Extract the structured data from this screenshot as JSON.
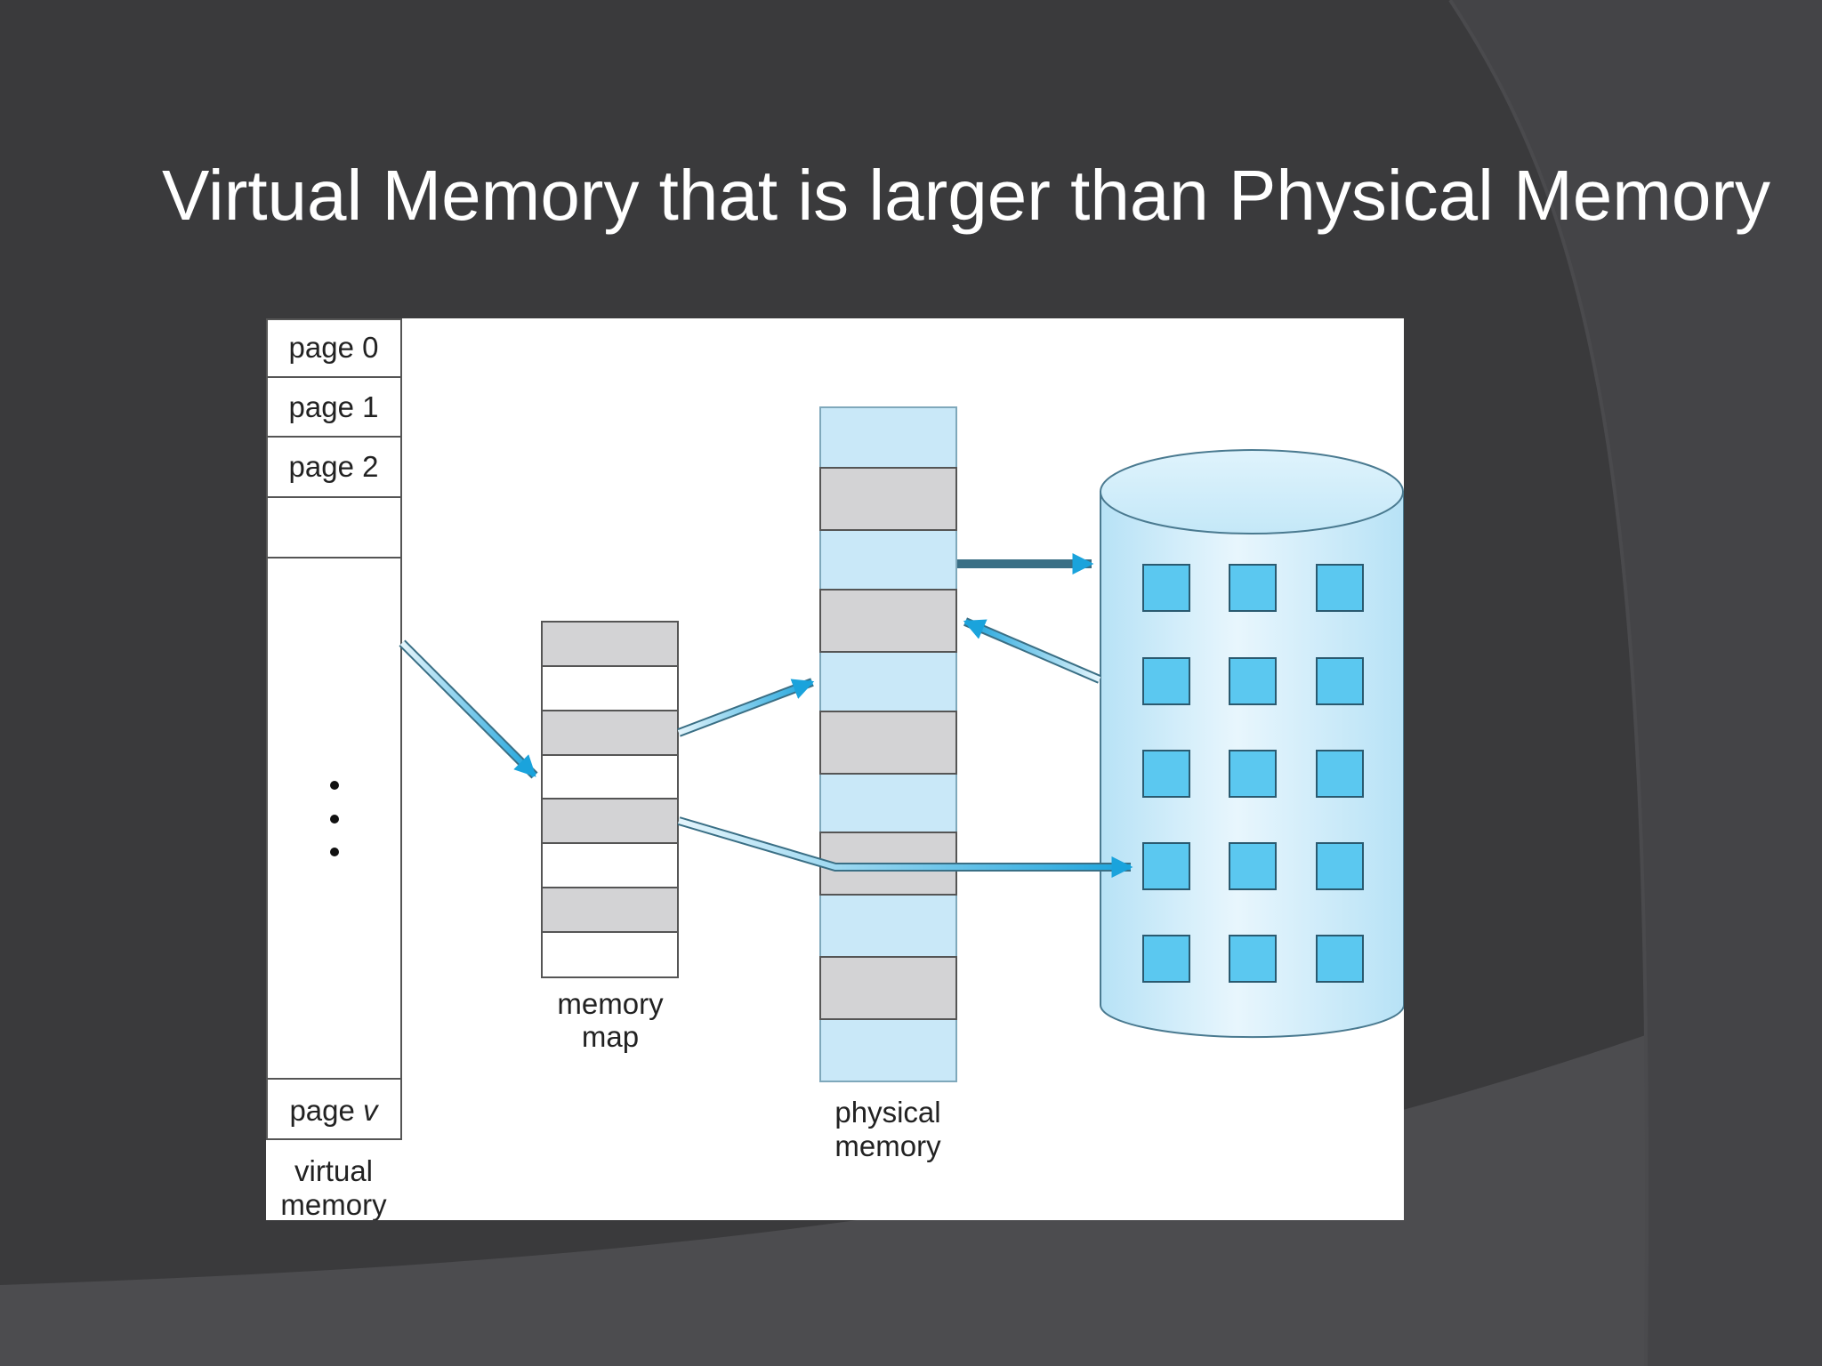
{
  "slide": {
    "title": "Virtual Memory that is larger than Physical Memory"
  },
  "colors": {
    "background_dark": "#3a3a3c",
    "background_band": "#4f4f52",
    "frame_gray": "#d3d3d5",
    "memory_light_blue": "#c9e8f8",
    "disk_blue": "#5bc8f0",
    "arrow_blue": "#1aa3dc"
  },
  "diagram": {
    "virtual_memory": {
      "pages": [
        "page 0",
        "page 1",
        "page 2"
      ],
      "last_page_prefix": "page ",
      "last_page_var": "v",
      "caption_line1": "virtual",
      "caption_line2": "memory"
    },
    "memory_map": {
      "caption_line1": "memory",
      "caption_line2": "map"
    },
    "physical_memory": {
      "caption_line1": "physical",
      "caption_line2": "memory"
    },
    "disk": {
      "icon": "disk-cylinder-icon"
    }
  }
}
